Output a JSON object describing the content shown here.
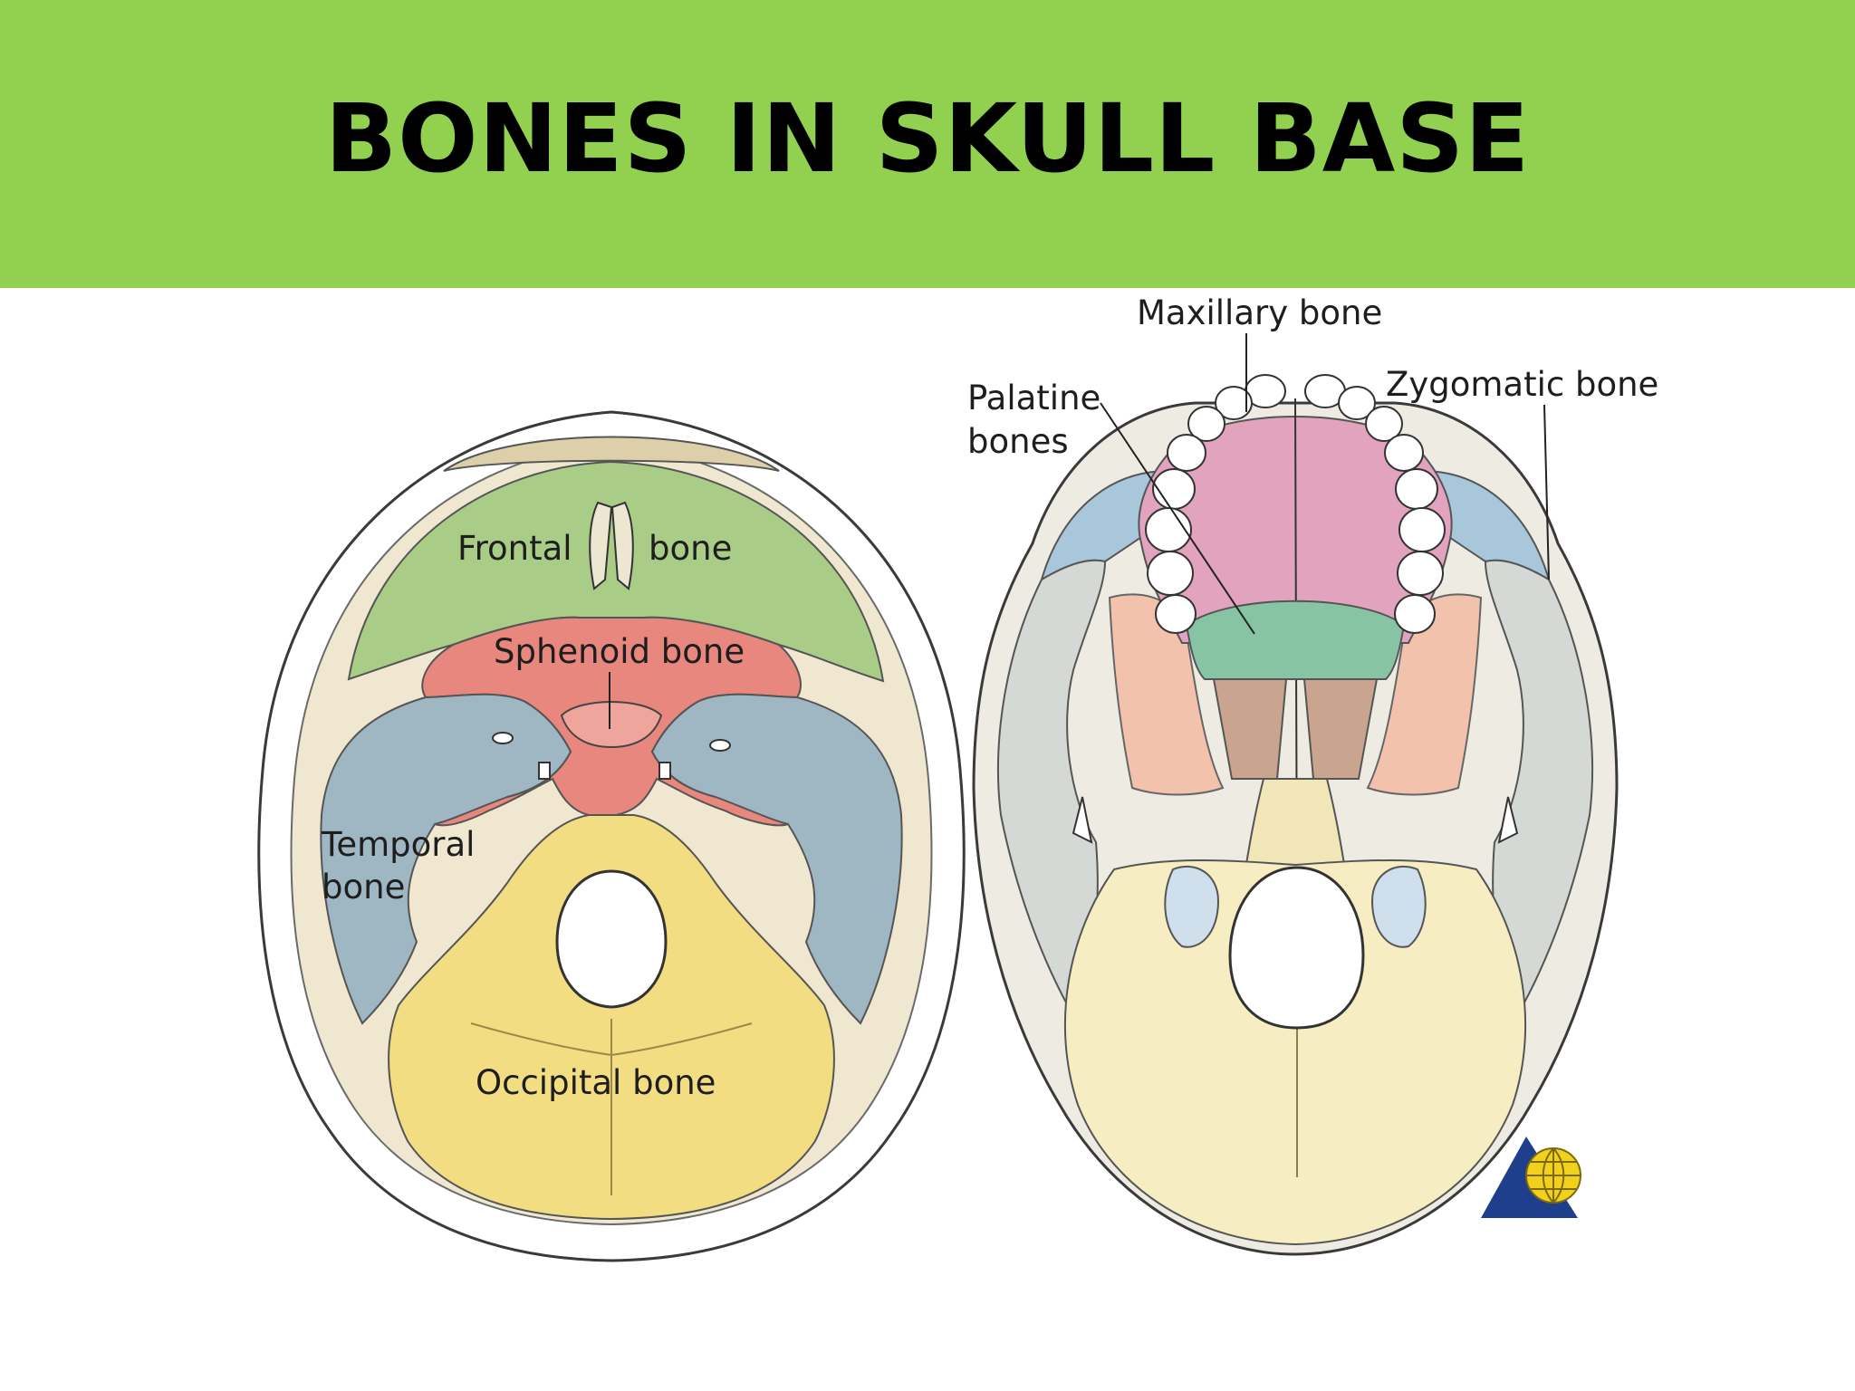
{
  "slide": {
    "title": "BONES IN SKULL BASE",
    "header_color": "#92D050"
  },
  "interior_view": {
    "labels": {
      "frontal_left": "Frontal",
      "frontal_right": "bone",
      "sphenoid": "Sphenoid bone",
      "temporal_line1": "Temporal",
      "temporal_line2": "bone",
      "occipital": "Occipital bone"
    },
    "colors": {
      "frontal": "#A9CC86",
      "sphenoid": "#E8877E",
      "temporal": "#9FB6C3",
      "occipital": "#F3DD82",
      "skull_rim": "#E3D8BA"
    }
  },
  "inferior_view": {
    "labels": {
      "maxillary": "Maxillary bone",
      "palatine_line1": "Palatine",
      "palatine_line2": "bones",
      "zygomatic": "Zygomatic bone"
    },
    "colors": {
      "maxillary": "#E2A3BE",
      "palatine": "#86C4A3",
      "zygomatic": "#A9C7DA",
      "sphenoid": "#F2C2AD",
      "occipital": "#F6EEC2",
      "temporal": "#D4D9D6"
    }
  },
  "logo": {
    "name": "globe-triangle-logo"
  }
}
